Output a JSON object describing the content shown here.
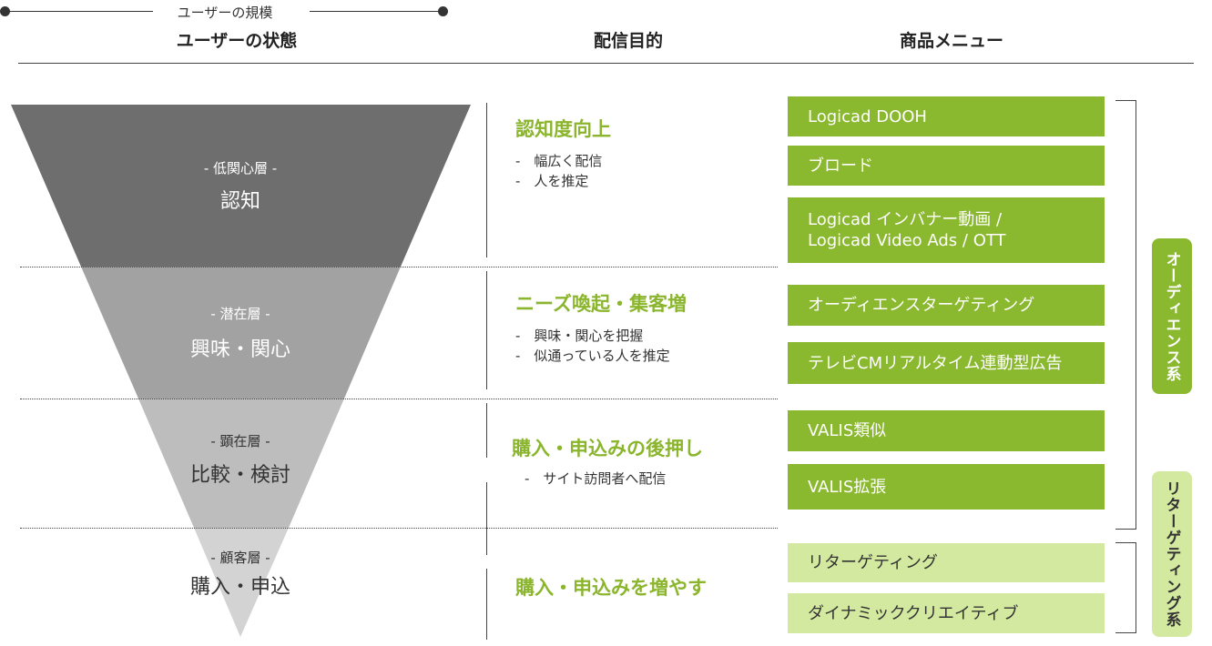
{
  "headers": {
    "user_state": "ユーザーの状態",
    "purpose": "配信目的",
    "menu": "商品メニュー"
  },
  "scale_label": "ユーザーの規模",
  "colors": {
    "accent_green": "#8ab82e",
    "light_green": "#d3e9a0",
    "funnel_layer_1": "#6e6e6e",
    "funnel_layer_2": "#a2a2a2",
    "funnel_layer_3": "#bdbdbd",
    "funnel_layer_4": "#d3d3d3"
  },
  "layers": [
    {
      "sub": "- 低関心層 -",
      "main": "認知"
    },
    {
      "sub": "- 潜在層 -",
      "main": "興味・関心"
    },
    {
      "sub": "- 顕在層 -",
      "main": "比較・検討"
    },
    {
      "sub": "- 顧客層 -",
      "main": "購入・申込"
    }
  ],
  "purposes": [
    {
      "title": "認知度向上",
      "bullets": [
        "-　幅広く配信",
        "-　人を推定"
      ]
    },
    {
      "title": "ニーズ喚起・集客増",
      "bullets": [
        "-　興味・関心を把握",
        "-　似通っている人を推定"
      ]
    },
    {
      "title": "購入・申込みの後押し",
      "bullets": [
        "-　サイト訪問者へ配信"
      ]
    },
    {
      "title": "購入・申込みを増やす",
      "bullets": []
    }
  ],
  "products": [
    {
      "label": "Logicad DOOH",
      "style": "dark"
    },
    {
      "label": "ブロード",
      "style": "dark"
    },
    {
      "label": "Logicad インバナー動画 /\nLogicad Video Ads / OTT",
      "style": "dark"
    },
    {
      "label": "オーディエンスターゲティング",
      "style": "dark"
    },
    {
      "label": "テレビCMリアルタイム連動型広告",
      "style": "dark"
    },
    {
      "label": "VALIS類似",
      "style": "dark"
    },
    {
      "label": "VALIS拡張",
      "style": "dark"
    },
    {
      "label": "リターゲティング",
      "style": "light"
    },
    {
      "label": "ダイナミッククリエイティブ",
      "style": "light"
    }
  ],
  "groups": {
    "audience": "オーディエンス系",
    "retargeting": "リターゲティング系"
  }
}
